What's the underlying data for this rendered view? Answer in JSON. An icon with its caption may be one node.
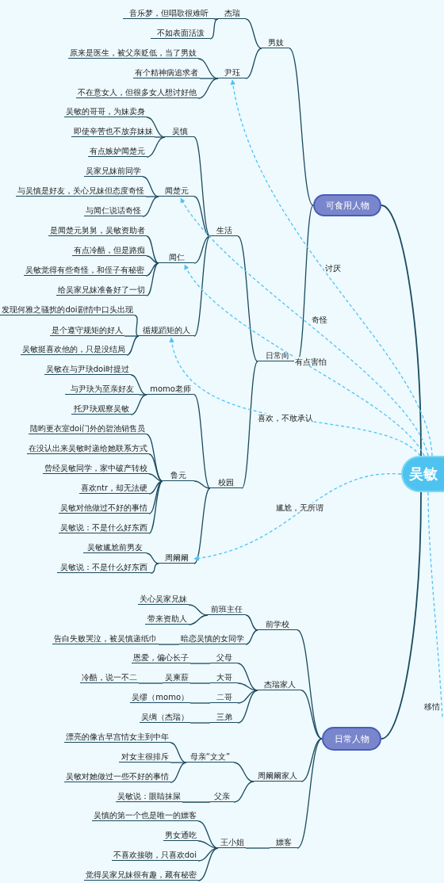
{
  "diagram": {
    "nodes": [
      {
        "text": [
          "吴敏"
        ]
      },
      {
        "text": [
          "可食用人物"
        ]
      },
      {
        "text": [
          "男妓"
        ]
      },
      {
        "text": [
          "杰瑞"
        ]
      },
      {
        "text": [
          "音乐梦，但唱歌很难听"
        ]
      },
      {
        "text": [
          "不如表面活泼"
        ]
      },
      {
        "text": [
          "尹珏"
        ]
      },
      {
        "text": [
          "原来是医生，被父亲贬低，当了男妓"
        ]
      },
      {
        "text": [
          "有个精神病追求者"
        ]
      },
      {
        "text": [
          "不在意女人，但很多女人想讨好他"
        ]
      },
      {
        "text": [
          "日常向"
        ]
      },
      {
        "text": [
          "生活"
        ]
      },
      {
        "text": [
          "吴慎"
        ]
      },
      {
        "text": [
          "吴敏的哥哥，为妹卖身"
        ]
      },
      {
        "text": [
          "即使辛苦也不放弃妹妹"
        ]
      },
      {
        "text": [
          "有点嫉妒闻楚元"
        ]
      },
      {
        "text": [
          "闻楚元"
        ]
      },
      {
        "text": [
          "吴家兄妹前同学"
        ]
      },
      {
        "text": [
          "与吴慎是好友，关心兄妹但态度奇怪"
        ]
      },
      {
        "text": [
          "与闻仁说话奇怪"
        ]
      },
      {
        "text": [
          "闻仁"
        ]
      },
      {
        "text": [
          "是闻楚元舅舅，吴敏资助者"
        ]
      },
      {
        "text": [
          "有点冷酷，但是路痴"
        ]
      },
      {
        "text": [
          "吴敏觉得有些奇怪，和侄子有秘密"
        ]
      },
      {
        "text": [
          "给吴家兄妹准备好了一切"
        ]
      },
      {
        "text": [
          "循规蹈矩的人"
        ]
      },
      {
        "text": [
          "发现何雅之骚扰的doi剧情中口头出现"
        ]
      },
      {
        "text": [
          "是个遵守规矩的好人"
        ]
      },
      {
        "text": [
          "吴敏挺喜欢他的，只是没结局"
        ]
      },
      {
        "text": [
          "校园"
        ]
      },
      {
        "text": [
          "momo老师"
        ]
      },
      {
        "text": [
          "吴敏在与尹玦doi时提过"
        ]
      },
      {
        "text": [
          "与尹玦为至亲好友"
        ]
      },
      {
        "text": [
          "托尹玦观察吴敏"
        ]
      },
      {
        "text": [
          "鲁元"
        ]
      },
      {
        "text": [
          "陆昀更衣室doi门外的碧池销售员"
        ]
      },
      {
        "text": [
          "在没认出来吴敏时递给她联系方式"
        ]
      },
      {
        "text": [
          "曾经吴敏同学，家中破产转校"
        ]
      },
      {
        "text": [
          "喜欢ntr，却无法硬"
        ]
      },
      {
        "text": [
          "吴敏对他做过不好的事情"
        ]
      },
      {
        "text": [
          "吴敏说：不是什么好东西"
        ]
      },
      {
        "text": [
          "周阚阚"
        ]
      },
      {
        "text": [
          "吴敏尴尬前男友"
        ]
      },
      {
        "text": [
          "吴敏说：不是什么好东西"
        ]
      },
      {
        "text": [
          "日常人物"
        ]
      },
      {
        "text": [
          "前学校"
        ]
      },
      {
        "text": [
          "前班主任"
        ]
      },
      {
        "text": [
          "关心吴家兄妹"
        ]
      },
      {
        "text": [
          "带来资助人"
        ]
      },
      {
        "text": [
          "暗恋吴慎的女同学"
        ]
      },
      {
        "text": [
          "告白失败哭泣，被吴慎递纸巾"
        ]
      },
      {
        "text": [
          "杰瑞家人"
        ]
      },
      {
        "text": [
          "父母"
        ]
      },
      {
        "text": [
          "恩爱，偏心长子"
        ]
      },
      {
        "text": [
          "大哥"
        ]
      },
      {
        "text": [
          "吴柬薪"
        ]
      },
      {
        "text": [
          "冷酷，说一不二"
        ]
      },
      {
        "text": [
          "二哥"
        ]
      },
      {
        "text": [
          "吴缪（momo）"
        ]
      },
      {
        "text": [
          "三弟"
        ]
      },
      {
        "text": [
          "吴绸（杰瑞）"
        ]
      },
      {
        "text": [
          "周阚阚家人"
        ]
      },
      {
        "text": [
          "母亲“文文”"
        ]
      },
      {
        "text": [
          "漂亮的像古早宫情女主到中年"
        ]
      },
      {
        "text": [
          "对女主很排斥"
        ]
      },
      {
        "text": [
          "吴敏对她做过一些不好的事情"
        ]
      },
      {
        "text": [
          "父亲"
        ]
      },
      {
        "text": [
          "吴敏说：眼睛抹屎"
        ]
      },
      {
        "text": [
          "嫖客"
        ]
      },
      {
        "text": [
          "王小姐"
        ]
      },
      {
        "text": [
          "吴慎的第一个也是唯一的嫖客"
        ]
      },
      {
        "text": [
          "男女通吃"
        ]
      },
      {
        "text": [
          "不喜欢接吻，只喜欢doi"
        ]
      },
      {
        "text": [
          "觉得吴家兄妹很有趣，藏有秘密"
        ]
      }
    ],
    "edges": [
      {
        "from": 0,
        "to": 1,
        "arrow": "none"
      },
      {
        "from": 1,
        "to": 2,
        "arrow": "none"
      },
      {
        "from": 2,
        "to": 3,
        "arrow": "none"
      },
      {
        "from": 3,
        "to": 4,
        "arrow": "none"
      },
      {
        "from": 3,
        "to": 5,
        "arrow": "none"
      },
      {
        "from": 2,
        "to": 6,
        "arrow": "none"
      },
      {
        "from": 6,
        "to": 7,
        "arrow": "none"
      },
      {
        "from": 6,
        "to": 8,
        "arrow": "none"
      },
      {
        "from": 6,
        "to": 9,
        "arrow": "none"
      },
      {
        "from": 1,
        "to": 10,
        "arrow": "none"
      },
      {
        "from": 10,
        "to": 11,
        "arrow": "none"
      },
      {
        "from": 11,
        "to": 12,
        "arrow": "none"
      },
      {
        "from": 12,
        "to": 13,
        "arrow": "none"
      },
      {
        "from": 12,
        "to": 14,
        "arrow": "none"
      },
      {
        "from": 12,
        "to": 15,
        "arrow": "none"
      },
      {
        "from": 11,
        "to": 16,
        "arrow": "none"
      },
      {
        "from": 16,
        "to": 17,
        "arrow": "none"
      },
      {
        "from": 16,
        "to": 18,
        "arrow": "none"
      },
      {
        "from": 16,
        "to": 19,
        "arrow": "none"
      },
      {
        "from": 11,
        "to": 20,
        "arrow": "none"
      },
      {
        "from": 20,
        "to": 21,
        "arrow": "none"
      },
      {
        "from": 20,
        "to": 22,
        "arrow": "none"
      },
      {
        "from": 20,
        "to": 23,
        "arrow": "none"
      },
      {
        "from": 20,
        "to": 24,
        "arrow": "none"
      },
      {
        "from": 11,
        "to": 25,
        "arrow": "none"
      },
      {
        "from": 25,
        "to": 26,
        "arrow": "none"
      },
      {
        "from": 25,
        "to": 27,
        "arrow": "none"
      },
      {
        "from": 25,
        "to": 28,
        "arrow": "none"
      },
      {
        "from": 10,
        "to": 29,
        "arrow": "none"
      },
      {
        "from": 29,
        "to": 30,
        "arrow": "none"
      },
      {
        "from": 30,
        "to": 31,
        "arrow": "none"
      },
      {
        "from": 30,
        "to": 32,
        "arrow": "none"
      },
      {
        "from": 30,
        "to": 33,
        "arrow": "none"
      },
      {
        "from": 29,
        "to": 34,
        "arrow": "none"
      },
      {
        "from": 34,
        "to": 35,
        "arrow": "none"
      },
      {
        "from": 34,
        "to": 36,
        "arrow": "none"
      },
      {
        "from": 34,
        "to": 37,
        "arrow": "none"
      },
      {
        "from": 34,
        "to": 38,
        "arrow": "none"
      },
      {
        "from": 34,
        "to": 39,
        "arrow": "none"
      },
      {
        "from": 34,
        "to": 40,
        "arrow": "none"
      },
      {
        "from": 29,
        "to": 41,
        "arrow": "none"
      },
      {
        "from": 41,
        "to": 42,
        "arrow": "none"
      },
      {
        "from": 41,
        "to": 43,
        "arrow": "none"
      },
      {
        "from": 0,
        "to": 44,
        "arrow": "none"
      },
      {
        "from": 44,
        "to": 45,
        "arrow": "none"
      },
      {
        "from": 45,
        "to": 46,
        "arrow": "none"
      },
      {
        "from": 46,
        "to": 47,
        "arrow": "none"
      },
      {
        "from": 46,
        "to": 48,
        "arrow": "none"
      },
      {
        "from": 45,
        "to": 49,
        "arrow": "none"
      },
      {
        "from": 49,
        "to": 50,
        "arrow": "none"
      },
      {
        "from": 44,
        "to": 51,
        "arrow": "none"
      },
      {
        "from": 51,
        "to": 52,
        "arrow": "none"
      },
      {
        "from": 52,
        "to": 53,
        "arrow": "none"
      },
      {
        "from": 51,
        "to": 54,
        "arrow": "none"
      },
      {
        "from": 54,
        "to": 55,
        "arrow": "none"
      },
      {
        "from": 55,
        "to": 56,
        "arrow": "none"
      },
      {
        "from": 51,
        "to": 57,
        "arrow": "none"
      },
      {
        "from": 57,
        "to": 58,
        "arrow": "none"
      },
      {
        "from": 51,
        "to": 59,
        "arrow": "none"
      },
      {
        "from": 59,
        "to": 60,
        "arrow": "none"
      },
      {
        "from": 44,
        "to": 61,
        "arrow": "none"
      },
      {
        "from": 61,
        "to": 62,
        "arrow": "none"
      },
      {
        "from": 62,
        "to": 63,
        "arrow": "none"
      },
      {
        "from": 62,
        "to": 64,
        "arrow": "none"
      },
      {
        "from": 62,
        "to": 65,
        "arrow": "none"
      },
      {
        "from": 61,
        "to": 66,
        "arrow": "none"
      },
      {
        "from": 66,
        "to": 67,
        "arrow": "none"
      },
      {
        "from": 44,
        "to": 68,
        "arrow": "none"
      },
      {
        "from": 68,
        "to": 69,
        "arrow": "none"
      },
      {
        "from": 69,
        "to": 70,
        "arrow": "none"
      },
      {
        "from": 69,
        "to": 71,
        "arrow": "none"
      },
      {
        "from": 69,
        "to": 72,
        "arrow": "none"
      },
      {
        "from": 69,
        "to": 73,
        "arrow": "none"
      },
      {
        "from": 0,
        "to": 6,
        "arrow": "to",
        "label": "讨厌",
        "style": "dashed",
        "color": "#4fc3f7"
      },
      {
        "from": 0,
        "to": 16,
        "arrow": "to",
        "label": "奇怪",
        "style": "dashed",
        "color": "#4fc3f7"
      },
      {
        "from": 0,
        "to": 20,
        "arrow": "to",
        "label": "有点害怕",
        "style": "dashed",
        "color": "#4fc3f7"
      },
      {
        "from": 0,
        "to": 25,
        "arrow": "to",
        "label": "喜欢，不敢承认",
        "style": "dashed",
        "color": "#4fc3f7"
      },
      {
        "from": 0,
        "to": 41,
        "arrow": "to",
        "label": "尴尬，无所谓",
        "style": "dashed",
        "color": "#4fc3f7"
      },
      {
        "from": 0,
        "to": null,
        "arrow": "none",
        "label": "移情",
        "style": "dashed",
        "color": "#4fc3f7"
      }
    ]
  }
}
